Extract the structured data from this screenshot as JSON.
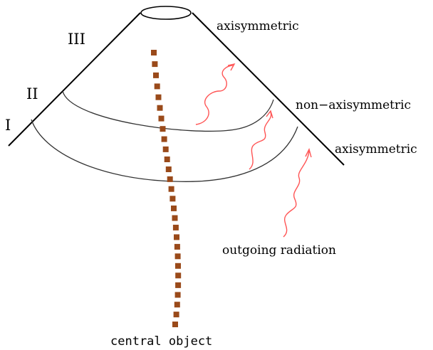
{
  "diagram": {
    "region_labels": {
      "outer": "I",
      "middle": "II",
      "inner": "III"
    },
    "annotations": {
      "top_axisymmetric": "axisymmetric",
      "non_axisymmetric": "non−axisymmetric",
      "bottom_axisymmetric": "axisymmetric",
      "outgoing_radiation": "outgoing radiation",
      "central_object": "central object"
    },
    "colors": {
      "central_object": "#9a4a1a",
      "radiation": "#ff5555",
      "lines": "#000000"
    }
  }
}
